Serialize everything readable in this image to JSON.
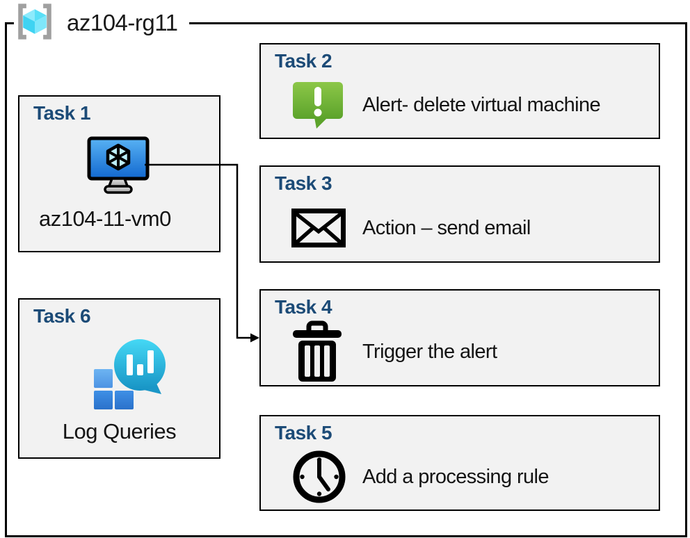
{
  "resource_group": {
    "title": "az104-rg11",
    "icon": "resource-group-icon"
  },
  "tasks": [
    {
      "heading": "Task 1",
      "label": "az104-11-vm0",
      "icon": "virtual-machine-icon"
    },
    {
      "heading": "Task 2",
      "label": "Alert- delete virtual machine",
      "icon": "alert-message-icon"
    },
    {
      "heading": "Task 3",
      "label": "Action – send email",
      "icon": "email-envelope-icon"
    },
    {
      "heading": "Task 4",
      "label": "Trigger the alert",
      "icon": "trash-delete-icon"
    },
    {
      "heading": "Task 5",
      "label": "Add a processing rule",
      "icon": "clock-icon"
    },
    {
      "heading": "Task 6",
      "label": "Log Queries",
      "icon": "log-analytics-icon"
    }
  ],
  "connector": {
    "from": "Task 1 virtual machine",
    "to": "Task 4",
    "type": "elbow-arrow"
  },
  "colors": {
    "heading_blue": "#1C4B77",
    "box_fill": "#F2F2F2",
    "border_black": "#000000",
    "alert_green": "#6EB32F",
    "vm_screen_blue": "#2B82E0",
    "log_bubble_teal": "#27B4DC",
    "log_square_blue": "#3B87DE",
    "rg_cube_cyan": "#55DCF4",
    "bracket_gray": "#A0A0A0"
  }
}
